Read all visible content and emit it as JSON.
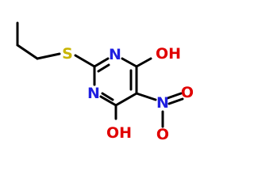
{
  "molecule": {
    "atoms": {
      "sulfur": "S",
      "ring_n_top": "N",
      "ring_n_bottom": "N",
      "hydroxyl_top": "OH",
      "hydroxyl_bottom": "OH",
      "nitro_n": "N",
      "nitro_o_top": "O",
      "nitro_o_bottom": "O"
    },
    "colors": {
      "bond": "#000000",
      "sulfur": "#c8b400",
      "nitrogen": "#1f1fe0",
      "oxygen": "#e00000",
      "background": "#ffffff"
    }
  }
}
